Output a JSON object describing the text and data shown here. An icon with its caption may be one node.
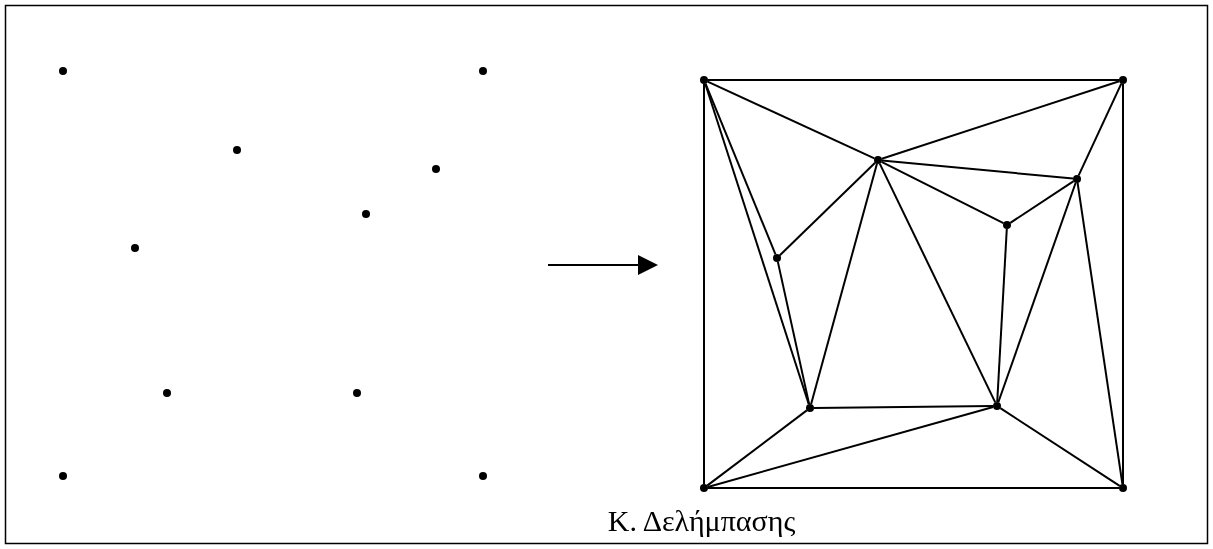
{
  "diagram": {
    "nodes": [
      {
        "text": [],
        "shape": "circle"
      },
      {
        "text": [],
        "shape": "circle"
      },
      {
        "text": [],
        "shape": "circle"
      },
      {
        "text": [],
        "shape": "circle"
      },
      {
        "text": [],
        "shape": "circle"
      },
      {
        "text": [],
        "shape": "circle"
      },
      {
        "text": [],
        "shape": "circle"
      },
      {
        "text": [],
        "shape": "circle"
      },
      {
        "text": [],
        "shape": "circle"
      },
      {
        "text": [],
        "shape": "circle"
      },
      {
        "text": [],
        "shape": "circle"
      },
      {
        "text": [],
        "shape": "circle"
      },
      {
        "text": [],
        "shape": "circle"
      },
      {
        "text": [],
        "shape": "circle"
      },
      {
        "text": [],
        "shape": "circle"
      },
      {
        "text": [],
        "shape": "circle"
      },
      {
        "text": [],
        "shape": "circle"
      },
      {
        "text": [],
        "shape": "circle"
      },
      {
        "text": [],
        "shape": "circle"
      },
      {
        "text": [],
        "shape": "circle"
      }
    ],
    "edges": [
      {
        "from": 10,
        "to": 11,
        "arrow": "none"
      },
      {
        "from": 10,
        "to": 18,
        "arrow": "none"
      },
      {
        "from": 11,
        "to": 19,
        "arrow": "none"
      },
      {
        "from": 18,
        "to": 19,
        "arrow": "none"
      },
      {
        "from": 10,
        "to": 12,
        "arrow": "none"
      },
      {
        "from": 12,
        "to": 11,
        "arrow": "none"
      },
      {
        "from": 11,
        "to": 13,
        "arrow": "none"
      },
      {
        "from": 13,
        "to": 19,
        "arrow": "none"
      },
      {
        "from": 10,
        "to": 15,
        "arrow": "none"
      },
      {
        "from": 10,
        "to": 16,
        "arrow": "none"
      },
      {
        "from": 15,
        "to": 12,
        "arrow": "none"
      },
      {
        "from": 15,
        "to": 16,
        "arrow": "none"
      },
      {
        "from": 12,
        "to": 16,
        "arrow": "none"
      },
      {
        "from": 12,
        "to": 13,
        "arrow": "none"
      },
      {
        "from": 12,
        "to": 14,
        "arrow": "none"
      },
      {
        "from": 12,
        "to": 17,
        "arrow": "none"
      },
      {
        "from": 14,
        "to": 13,
        "arrow": "none"
      },
      {
        "from": 14,
        "to": 17,
        "arrow": "none"
      },
      {
        "from": 13,
        "to": 17,
        "arrow": "none"
      },
      {
        "from": 16,
        "to": 17,
        "arrow": "none"
      },
      {
        "from": 16,
        "to": 18,
        "arrow": "none"
      },
      {
        "from": 17,
        "to": 18,
        "arrow": "none"
      },
      {
        "from": 17,
        "to": 19,
        "arrow": "none"
      }
    ],
    "labels": [
      "Κ. Δελήμπασης"
    ]
  }
}
